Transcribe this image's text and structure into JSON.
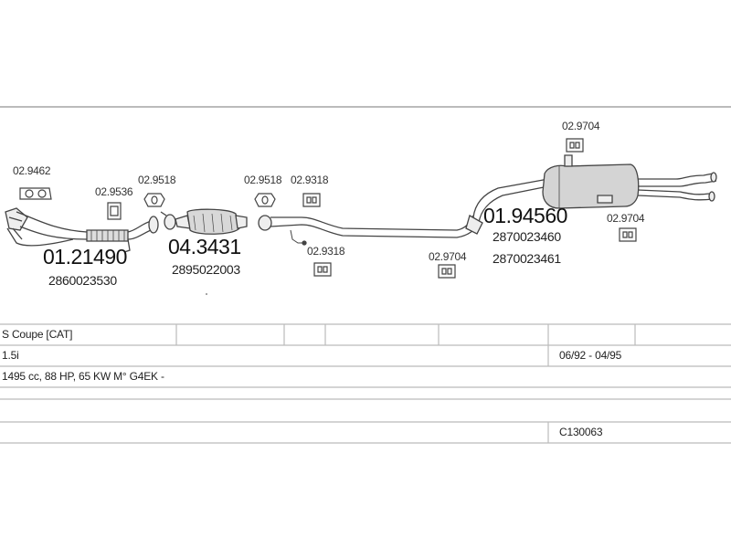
{
  "parts": {
    "p1": "02.9462",
    "p2": "02.9536",
    "p3": "02.9518",
    "p4": "02.9518",
    "p5": "02.9318",
    "p6": "02.9318",
    "p7": "02.9704",
    "p8": "02.9704",
    "p9": "02.9704"
  },
  "front_pipe": {
    "number": "01.21490",
    "oem": "2860023530"
  },
  "catalyst": {
    "number": "04.3431",
    "oem": "2895022003"
  },
  "rear_silencer": {
    "number": "01.94560",
    "oem_1": "2870023460",
    "oem_2": "2870023461"
  },
  "spec_table": {
    "row1": {
      "model": "S Coupe  [CAT]"
    },
    "row2": {
      "engine": "1.5i",
      "years": "06/92 - 04/95"
    },
    "row3": {
      "details": "1495 cc, 88 HP, 65 KW M° G4EK -"
    },
    "row4": {},
    "row5": {
      "code": "C130063"
    }
  }
}
